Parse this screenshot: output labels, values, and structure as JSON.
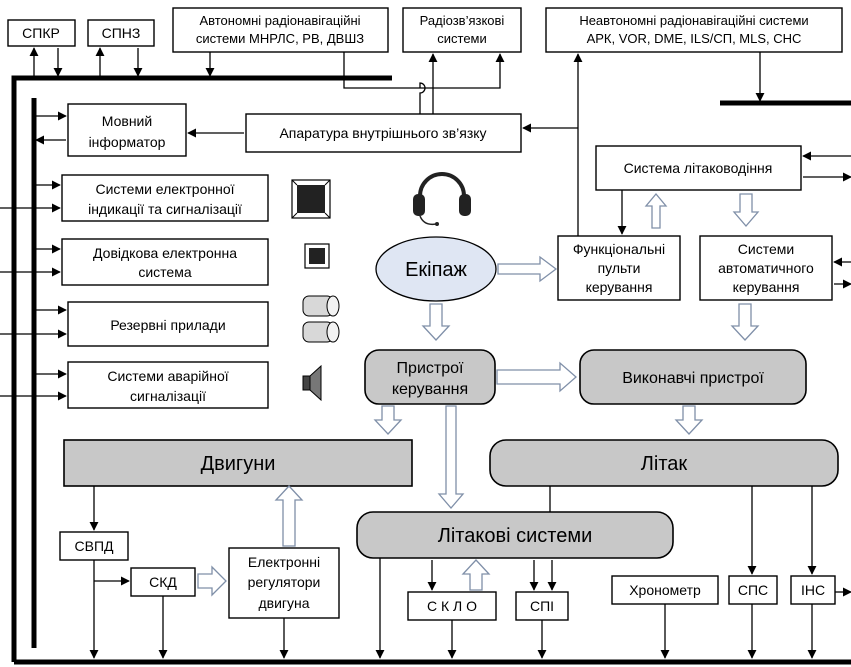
{
  "blocks": {
    "spkr": "СПКР",
    "spnz": "СПНЗ",
    "autonomous_line1": "Автономні радіонавігаційні",
    "autonomous_line2": "системи  МНРЛС, РВ, ДВШЗ",
    "radio_line1": "Радіозв’язкові",
    "radio_line2": "системи",
    "nonautonomous_line1": "Неавтономні радіонавігаційні системи",
    "nonautonomous_line2": "АРК, VOR, DME, ILS/СП, MLS, СНС",
    "voice_line1": "Мовний",
    "voice_line2": "інформатор",
    "intercom": "Апаратура внутрішнього зв’язку",
    "eis_line1": "Системи електронної",
    "eis_line2": "індикації та сигналізації",
    "reference_line1": "Довідкова електронна",
    "reference_line2": "система",
    "backup": "Резервні прилади",
    "alarm_line1": "Системи аварійної",
    "alarm_line2": "сигналізації",
    "navigation_system": "Система літаководіння",
    "crew": "Екіпаж",
    "panels_line1": "Функціональні",
    "panels_line2": "пульти",
    "panels_line3": "керування",
    "autocontrol_line1": "Системи",
    "autocontrol_line2": "автоматичного",
    "autocontrol_line3": "керування",
    "controls_line1": "Пристрої",
    "controls_line2": "керування",
    "actuators": "Виконавчі пристрої",
    "engines": "Двигуни",
    "aircraft": "Літак",
    "aircraft_systems": "Літакові системи",
    "svpd": "СВПД",
    "skd": "СКД",
    "regulators_line1": "Електронні",
    "regulators_line2": "регулятори",
    "regulators_line3": "двигуна",
    "sklo": "С К Л О",
    "spi": "СПІ",
    "chronometer": "Хронометр",
    "sps": "СПС",
    "ins": "ІНС"
  },
  "colors": {
    "gray_fill": "#c8c8c8",
    "crew_fill": "#dfe6f3",
    "hollow_arrow_stroke": "#7f8fa8"
  },
  "icons": [
    "headset-icon",
    "display-icon",
    "small-display-icon",
    "gauge-icon",
    "speaker-icon"
  ]
}
